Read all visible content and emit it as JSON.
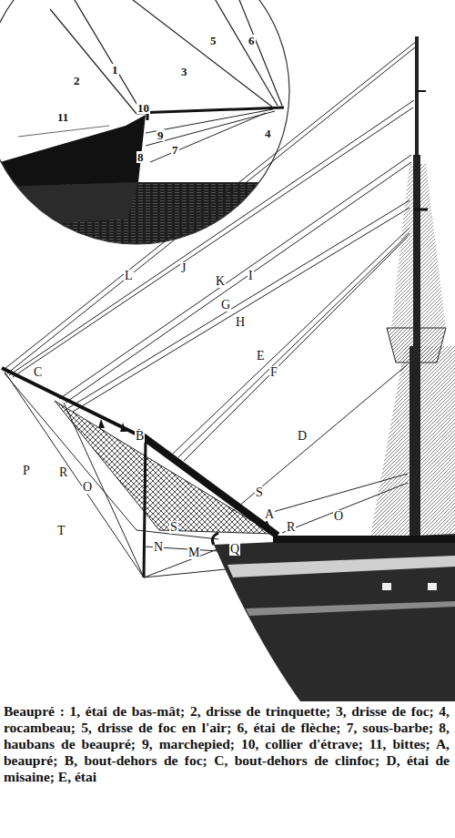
{
  "diagram": {
    "caption": "Beaupré : 1, étai de bas-mât; 2, drisse de trinquette; 3, drisse de foc; 4, rocambeau; 5, drisse de foc en l'air; 6, étai de flèche; 7, sous-barbe; 8, haubans de beaupré; 9, marchepied; 10, collier d'étrave; 11, bittes; A, beaupré; B, bout-dehors de foc; C, bout-dehors de clinfoc; D, étai de misaine; E, étai",
    "labels": [
      "2",
      "1",
      "3",
      "5",
      "6",
      "10",
      "11",
      "9",
      "8",
      "7",
      "4",
      "L",
      "J",
      "K",
      "I",
      "G",
      "H",
      "E",
      "F",
      "D",
      "C",
      "B",
      "R",
      "P",
      "O",
      "T",
      "S",
      "R",
      "O",
      "A",
      "S",
      "N",
      "M",
      "Q"
    ]
  }
}
